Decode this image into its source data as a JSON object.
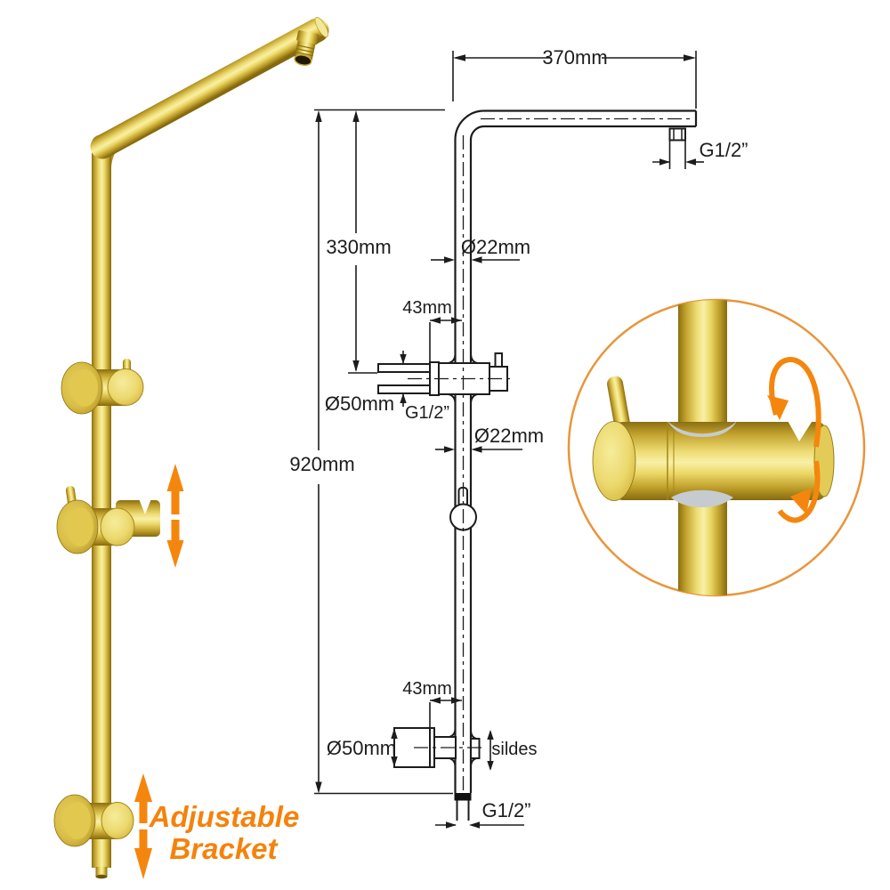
{
  "left_view": {
    "caption": {
      "line1": "Adjustable",
      "line2": "Bracket"
    }
  },
  "drawing": {
    "top_width": "370mm",
    "top_connector": "G1/2”",
    "upper_segment_height": "330mm",
    "pipe_diameter_top": "Ø22mm",
    "upper_bracket_offset": "43mm",
    "upper_flange_diameter": "Ø50mm",
    "upper_bracket_thread": "G1/2”",
    "pipe_diameter_mid": "Ø22mm",
    "total_height": "920mm",
    "lower_bracket_offset": "43mm",
    "lower_flange_diameter": "Ø50mm",
    "slides_note": "sildes",
    "bottom_connector": "G1/2”"
  },
  "colors": {
    "gold_highlight": "#F8F0A6",
    "gold_mid": "#E8D36A",
    "gold_dark": "#8A6E12",
    "accent_orange": "#F5860D",
    "detail_circle_orange": "#E9953B",
    "line_color": "#1C1C1C",
    "clip_gray": "#C6CBD0"
  }
}
